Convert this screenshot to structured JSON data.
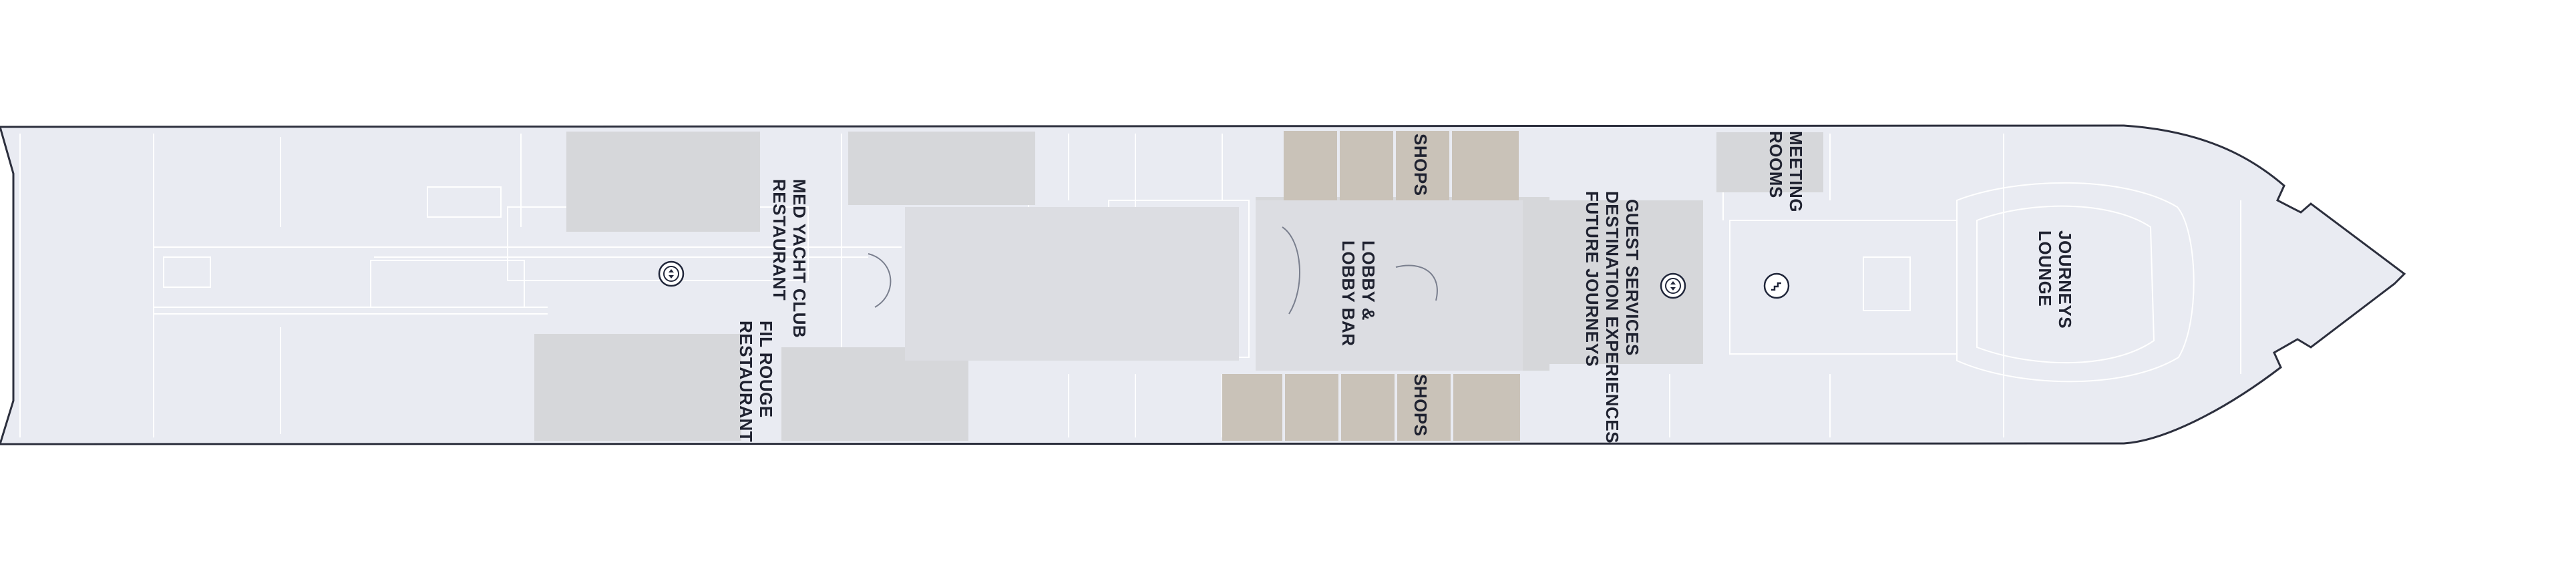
{
  "plan": {
    "colors": {
      "hull": "#e9ebf2",
      "outline": "#2c2f3d",
      "venue": "#d6d7da",
      "shop": "#c9c2b8",
      "lobby": "#dcdde2",
      "icon": "#20263a"
    },
    "labels": {
      "med_yacht_club": [
        "MED YACHT CLUB",
        "RESTAURANT"
      ],
      "fil_rouge": [
        "FIL ROUGE",
        "RESTAURANT"
      ],
      "shops_top": "SHOPS",
      "shops_bottom": "SHOPS",
      "lobby": [
        "LOBBY &",
        "LOBBY BAR"
      ],
      "guest_services": [
        "GUEST SERVICES",
        "DESTINATION EXPERIENCES",
        "FUTURE JOURNEYS"
      ],
      "meeting_rooms": [
        "MEETING",
        "ROOMS"
      ],
      "journeys_lounge": [
        "JOURNEYS",
        "LOUNGE"
      ]
    },
    "icons": [
      "elevator-icon",
      "elevator-icon",
      "stairs-icon"
    ]
  }
}
